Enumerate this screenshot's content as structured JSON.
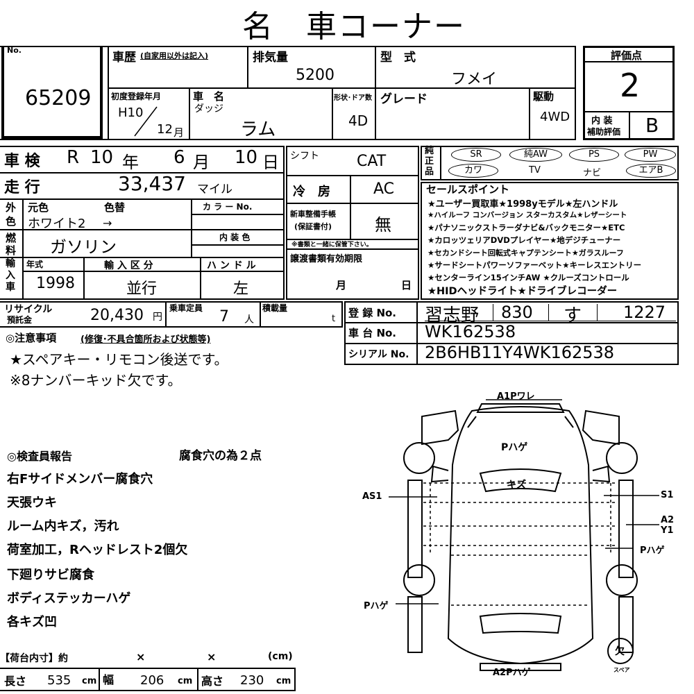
{
  "title": "名　車コーナー",
  "header": {
    "no_label": "No.",
    "no_value": "65209",
    "history_label": "車歴",
    "history_note": "(自家用以外は記入)",
    "displacement_label": "排気量",
    "displacement_value": "5200",
    "model_type_label": "型　式",
    "model_type_value": "フメイ",
    "rating_label": "評価点",
    "rating_value": "2",
    "first_reg_label": "初度登録年月",
    "first_reg_year": "H10",
    "first_reg_month": "12",
    "first_reg_month_unit": "月",
    "car_name_label": "車　名",
    "car_maker": "ダッジ",
    "car_name": "ラム",
    "shape_doors_label": "形状･ドア数",
    "shape_doors_value": "4D",
    "grade_label": "グレード",
    "drive_label": "駆動",
    "drive_value": "4WD",
    "interior_label_1": "内 装",
    "interior_label_2": "補助評価",
    "interior_value": "B"
  },
  "inspection": {
    "label": "車 検",
    "era": "R",
    "year": "10",
    "year_unit": "年",
    "month": "6",
    "month_unit": "月",
    "day": "10",
    "day_unit": "日"
  },
  "shift": {
    "label": "シフト",
    "value": "CAT"
  },
  "ac": {
    "label": "冷　房",
    "value": "AC"
  },
  "mileage": {
    "label": "走 行",
    "value": "33,437",
    "unit": "マイル"
  },
  "color": {
    "side_label_1": "外",
    "side_label_2": "色",
    "original_label": "元色",
    "repaint_label": "色替",
    "original_value": "ホワイト2",
    "arrow": "→",
    "color_no_label": "カ ラ ー No.",
    "interior_color_label": "内 装 色"
  },
  "fuel": {
    "side_label_1": "燃",
    "side_label_2": "料",
    "value": "ガソリン"
  },
  "maintenance": {
    "label_1": "新車整備手帳",
    "label_2": "(保証書付)",
    "value": "無",
    "note": "※書類と一緒に保管下さい。"
  },
  "transfer": {
    "label": "譲渡書類有効期限",
    "month_unit": "月",
    "day_unit": "日"
  },
  "import": {
    "side_label": "輸入車",
    "year_label": "年式",
    "year_value": "1998",
    "category_label": "輸 入 区 分",
    "category_value": "並行",
    "handle_label": "ハ ン ド ル",
    "handle_value": "左"
  },
  "recycle": {
    "label_1": "リサイクル",
    "label_2": "預託金",
    "value": "20,430",
    "unit": "円",
    "capacity_label": "乗車定員",
    "capacity_value": "7",
    "capacity_unit": "人",
    "load_label": "積載量",
    "load_unit": "t"
  },
  "registration": {
    "reg_label": "登 録 No.",
    "reg_area": "習志野",
    "reg_class": "830",
    "reg_kana": "す",
    "reg_number": "1227",
    "chassis_label": "車 台 No.",
    "chassis_value": "WK162538",
    "serial_label": "シリアル No.",
    "serial_value": "2B6HB11Y4WK162538"
  },
  "equipment": {
    "side_label": "純正品",
    "items": [
      "SR",
      "純AW",
      "PS",
      "PW",
      "カワ",
      "TV",
      "ナビ",
      "エアB"
    ]
  },
  "sales_points": {
    "label": "セールスポイント",
    "lines": [
      "★ユーザー買取車★1998yモデル★左ハンドル",
      "★ハイルーフ コンバージョン スターカスタム★レザーシート",
      "★パナソニックストラーダナビ&バックモニター★ETC",
      "★カロッツェリアDVDプレイヤー★地デジチューナー",
      "★セカンドシート回転式キャプテンシート★ガラスルーフ",
      "★サードシートパワーソファーベット★キーレスエントリー",
      "★センターライン15インチAW ★クルーズコントロール",
      "★HIDヘッドライト★ドライブレコーダー"
    ]
  },
  "notes": {
    "title": "◎注意事項",
    "title_sub": "(修復･不具合箇所および状態等)",
    "lines": [
      "★スペアキー・リモコン後送です。",
      "※8ナンバーキッド欠です。"
    ]
  },
  "inspector": {
    "title": "◎検査員報告",
    "summary": "腐食穴の為２点",
    "lines": [
      "右Fサイドメンバー腐食穴",
      "天張ウキ",
      "ルーム内キズ，汚れ",
      "荷室加工，Rヘッドレスト2個欠",
      "下廻りサビ腐食",
      "ボディステッカーハゲ",
      "各キズ凹"
    ]
  },
  "cargo": {
    "title": "【荷台内寸】約",
    "x1": "×",
    "x2": "×",
    "unit": "(cm)",
    "length_label": "長さ",
    "length_value": "535",
    "width_label": "幅",
    "width_value": "206",
    "height_label": "高さ",
    "height_value": "230",
    "cm": "cm"
  },
  "diagram": {
    "front_label": "A1Pワレ",
    "roof_label": "Pハゲ",
    "windshield_label": "キズ",
    "left_label": "AS1",
    "right_label_1": "S1",
    "right_label_2": "A2",
    "right_label_3": "Y1",
    "right_label_4": "Pハゲ",
    "left_lower_label": "Pハゲ",
    "rear_label": "A2Pハゲ",
    "spare_symbol": "欠",
    "spare_label": "スペア"
  }
}
